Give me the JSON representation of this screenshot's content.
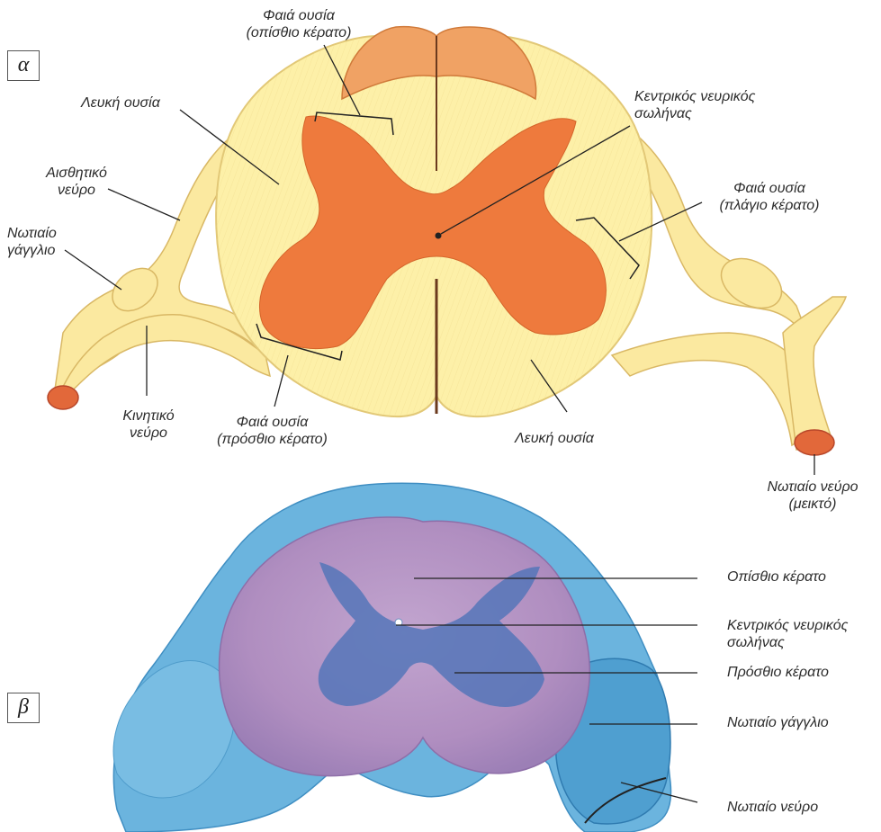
{
  "panels": {
    "a": {
      "marker": "α"
    },
    "b": {
      "marker": "β"
    }
  },
  "diagram_a": {
    "grey_matter_dorsal": [
      "Φαιά ουσία",
      "(οπίσθιο κέρατο)"
    ],
    "white_matter_left": "Λευκή ουσία",
    "central_canal": [
      "Κεντρικός νευρικός",
      "σωλήνας"
    ],
    "sensory_nerve": [
      "Αισθητικό",
      "νεύρο"
    ],
    "grey_matter_lateral": [
      "Φαιά ουσία",
      "(πλάγιο κέρατο)"
    ],
    "spinal_ganglion": [
      "Νωτιαίο",
      "γάγγλιο"
    ],
    "motor_nerve": [
      "Κινητικό",
      "νεύρο"
    ],
    "grey_matter_ventral": [
      "Φαιά ουσία",
      "(πρόσθιο κέρατο)"
    ],
    "white_matter_bottom": "Λευκή ουσία",
    "spinal_nerve_mixed": [
      "Νωτιαίο νεύρο",
      "(μεικτό)"
    ]
  },
  "diagram_b": {
    "dorsal_horn": "Οπίσθιο κέρατο",
    "central_canal": [
      "Κεντρικός νευρικός",
      "σωλήνας"
    ],
    "ventral_horn": "Πρόσθιο κέρατο",
    "spinal_ganglion": "Νωτιαίο γάγγλιο",
    "spinal_nerve": "Νωτιαίο νεύρο"
  },
  "colors": {
    "white_matter": "#fdf0a8",
    "grey_matter": "#ee7a3d",
    "nerve": "#fbe9a0",
    "stain_blue": "#5aa9d6",
    "stain_purple": "#b593c2"
  }
}
